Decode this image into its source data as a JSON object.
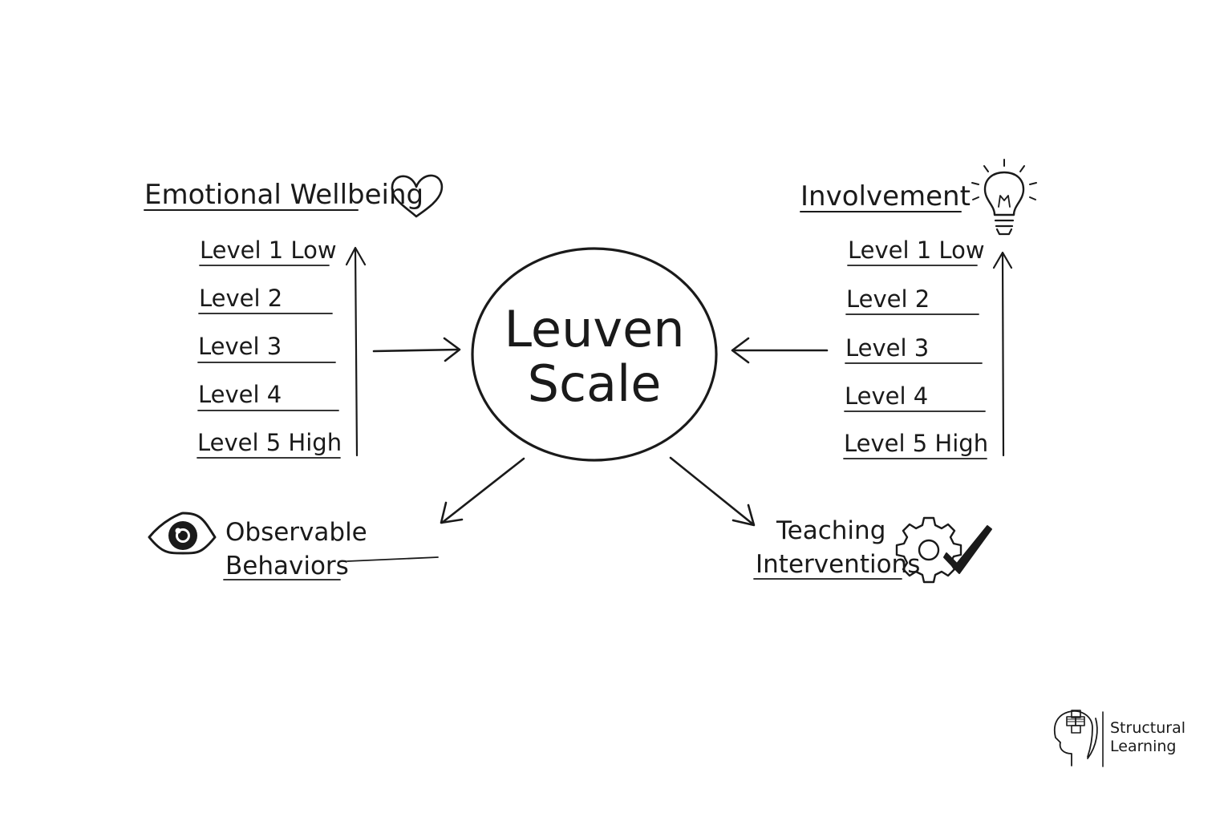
{
  "center": {
    "line1": "Leuven",
    "line2": "Scale"
  },
  "left_panel": {
    "title": "Emotional Wellbeing",
    "icon": "heart-icon",
    "levels": [
      "Level 1 Low",
      "Level 2",
      "Level 3",
      "Level 4",
      "Level 5 High"
    ]
  },
  "right_panel": {
    "title": "Involvement",
    "icon": "lightbulb-icon",
    "levels": [
      "Level 1 Low",
      "Level 2",
      "Level 3",
      "Level 4",
      "Level 5 High"
    ]
  },
  "bottom_left": {
    "line1": "Observable",
    "line2": "Behaviors",
    "icon": "eye-icon"
  },
  "bottom_right": {
    "line1": "Teaching",
    "line2": "Interventions",
    "icon": "gear-check-icon"
  },
  "logo": {
    "line1": "Structural",
    "line2": "Learning",
    "icon": "head-puzzle-icon"
  }
}
